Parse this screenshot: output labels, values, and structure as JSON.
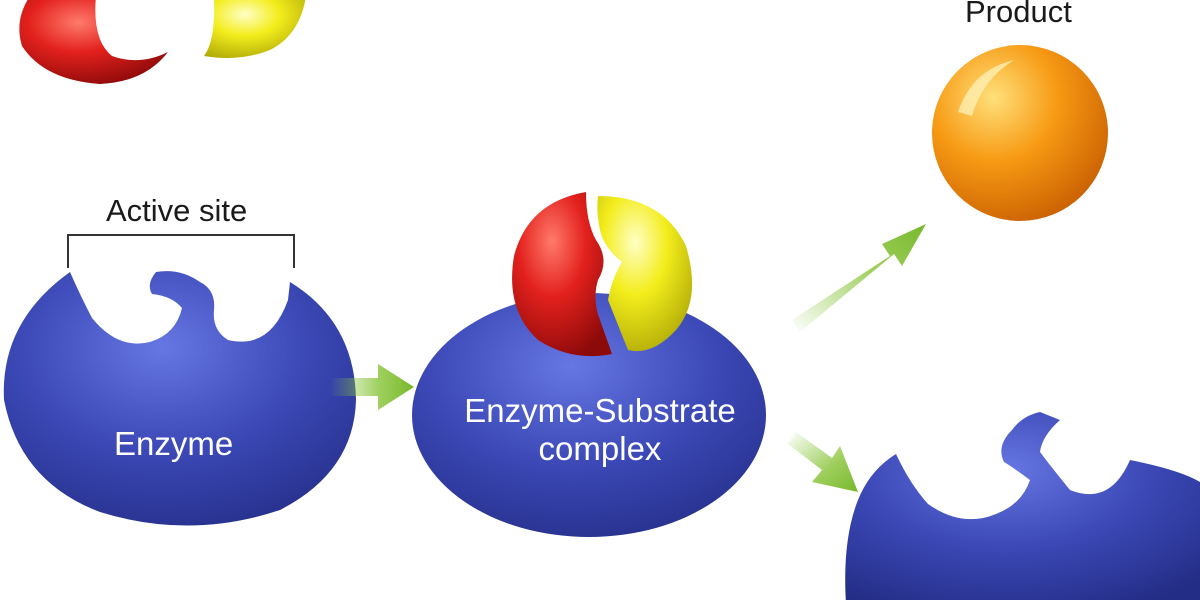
{
  "labels": {
    "active_site": "Active site",
    "product": "Product",
    "enzyme": "Enzyme",
    "complex_line1": "Enzyme-Substrate",
    "complex_line2": "complex"
  },
  "colors": {
    "enzyme": "#3a48b8",
    "substrate_red": "#e21e1e",
    "substrate_yellow": "#f2ee1a",
    "product": "#f59a12",
    "arrow": "#8cc63f",
    "text": "#1a1a1a"
  }
}
